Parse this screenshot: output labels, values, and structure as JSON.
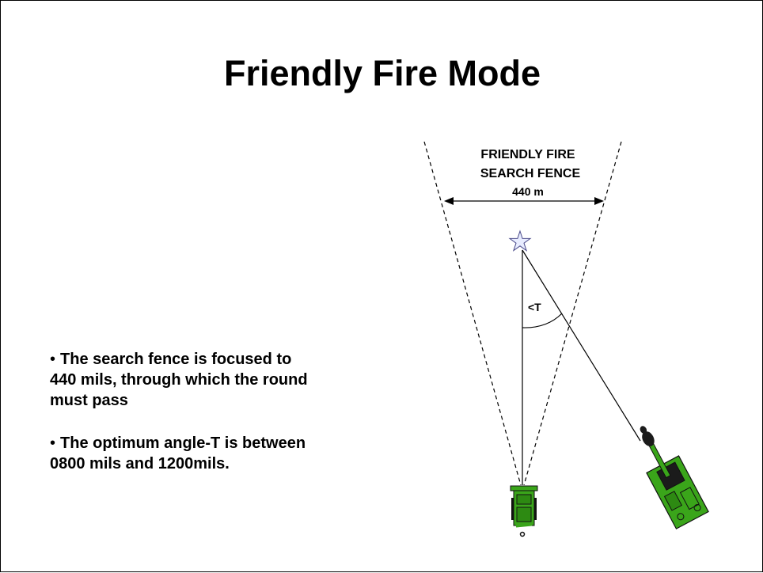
{
  "slide": {
    "title": "Friendly Fire Mode",
    "bullets": [
      {
        "text": "The  search fence is focused to 440 mils, through which the round must pass"
      },
      {
        "text": "The optimum angle-T is between 0800 mils and 1200mils."
      }
    ]
  },
  "diagram": {
    "fence_label_line1": "FRIENDLY FIRE",
    "fence_label_line2": "SEARCH FENCE",
    "fence_width": "440 m",
    "angle_label": "<T"
  },
  "colors": {
    "vehicle_green": "#3aa51a",
    "vehicle_dark": "#1b1b1b",
    "star_fill": "#e8ecff"
  }
}
